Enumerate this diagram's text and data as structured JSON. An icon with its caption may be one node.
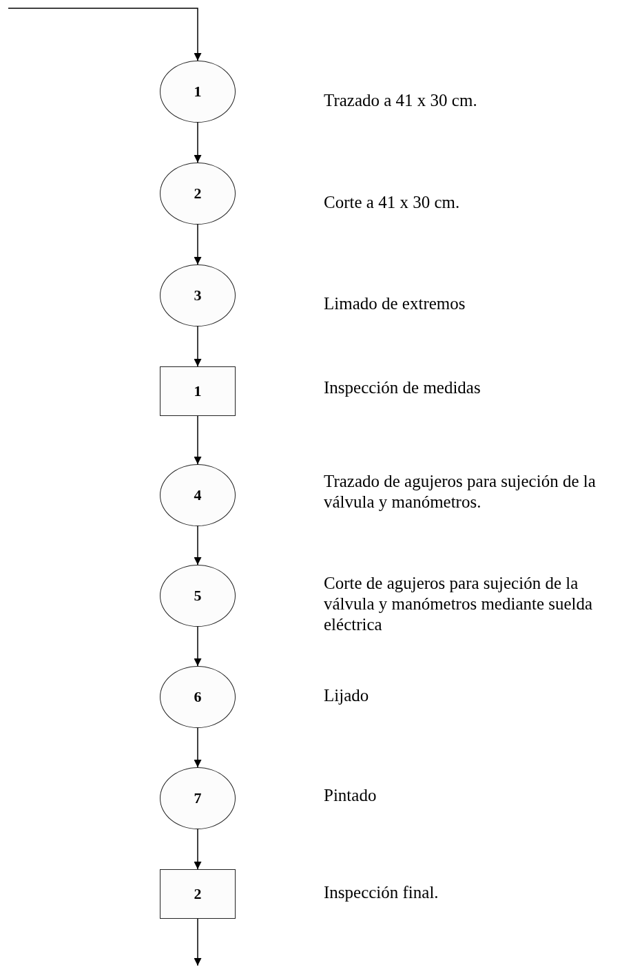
{
  "diagram": {
    "nodes": [
      {
        "text": [
          "1"
        ]
      },
      {
        "text": [
          "2"
        ]
      },
      {
        "text": [
          "3"
        ]
      },
      {
        "text": [
          "1"
        ]
      },
      {
        "text": [
          "4"
        ]
      },
      {
        "text": [
          "5"
        ]
      },
      {
        "text": [
          "6"
        ]
      },
      {
        "text": [
          "7"
        ]
      },
      {
        "text": [
          "2"
        ]
      }
    ],
    "edges": [
      {
        "from": null,
        "to": 0,
        "arrow": "to"
      },
      {
        "from": 0,
        "to": 1,
        "arrow": "to"
      },
      {
        "from": 1,
        "to": 2,
        "arrow": "to"
      },
      {
        "from": 2,
        "to": 3,
        "arrow": "to"
      },
      {
        "from": 3,
        "to": 4,
        "arrow": "to"
      },
      {
        "from": 4,
        "to": 5,
        "arrow": "to"
      },
      {
        "from": 5,
        "to": 6,
        "arrow": "to"
      },
      {
        "from": 6,
        "to": 7,
        "arrow": "to"
      },
      {
        "from": 7,
        "to": 8,
        "arrow": "to"
      },
      {
        "from": 8,
        "to": null,
        "arrow": "to"
      }
    ],
    "labels": [
      "Trazado a 41 x 30 cm.",
      "Corte a 41 x 30 cm.",
      "Limado de extremos",
      "Inspección de medidas",
      "Trazado de agujeros para sujeción de la válvula y manómetros.",
      "Corte de agujeros para sujeción de la válvula y manómetros mediante suelda eléctrica",
      "Lijado",
      "Pintado",
      "Inspección final."
    ]
  }
}
